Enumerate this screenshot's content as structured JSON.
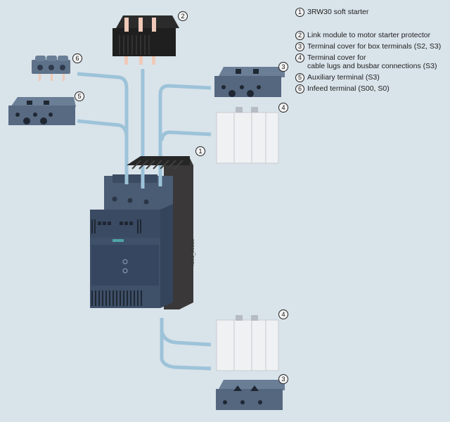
{
  "figure": {
    "legend": [
      {
        "num": "1",
        "text": "3RW30 soft starter"
      },
      {
        "num": "2",
        "text": "Link module to motor starter protector"
      },
      {
        "num": "3",
        "text": "Terminal cover for box terminals (S2, S3)"
      },
      {
        "num": "4",
        "text": "Terminal cover for",
        "text2": "cable lugs and busbar connections (S3)"
      },
      {
        "num": "5",
        "text": "Auxiliary terminal (S3)"
      },
      {
        "num": "6",
        "text": "Infeed terminal (S00, S0)"
      }
    ],
    "callouts": {
      "c1": "1",
      "c2": "2",
      "c3_top": "3",
      "c4_top": "4",
      "c5": "5",
      "c6": "6",
      "c4_bottom": "4",
      "c3_bottom": "3"
    },
    "drawing_id": "IC01_00538",
    "brand_label": "SIEMENS",
    "colors": {
      "background": "#d9e3ea",
      "pipe": "#9dc3d9",
      "device_body": "#3f5069",
      "device_dark": "#2e3a4c",
      "heatsink": "#2a2a2a",
      "terminal": "#55677f",
      "transparent_cover": "#eef0f2",
      "copper": "#f0c9b8"
    }
  }
}
